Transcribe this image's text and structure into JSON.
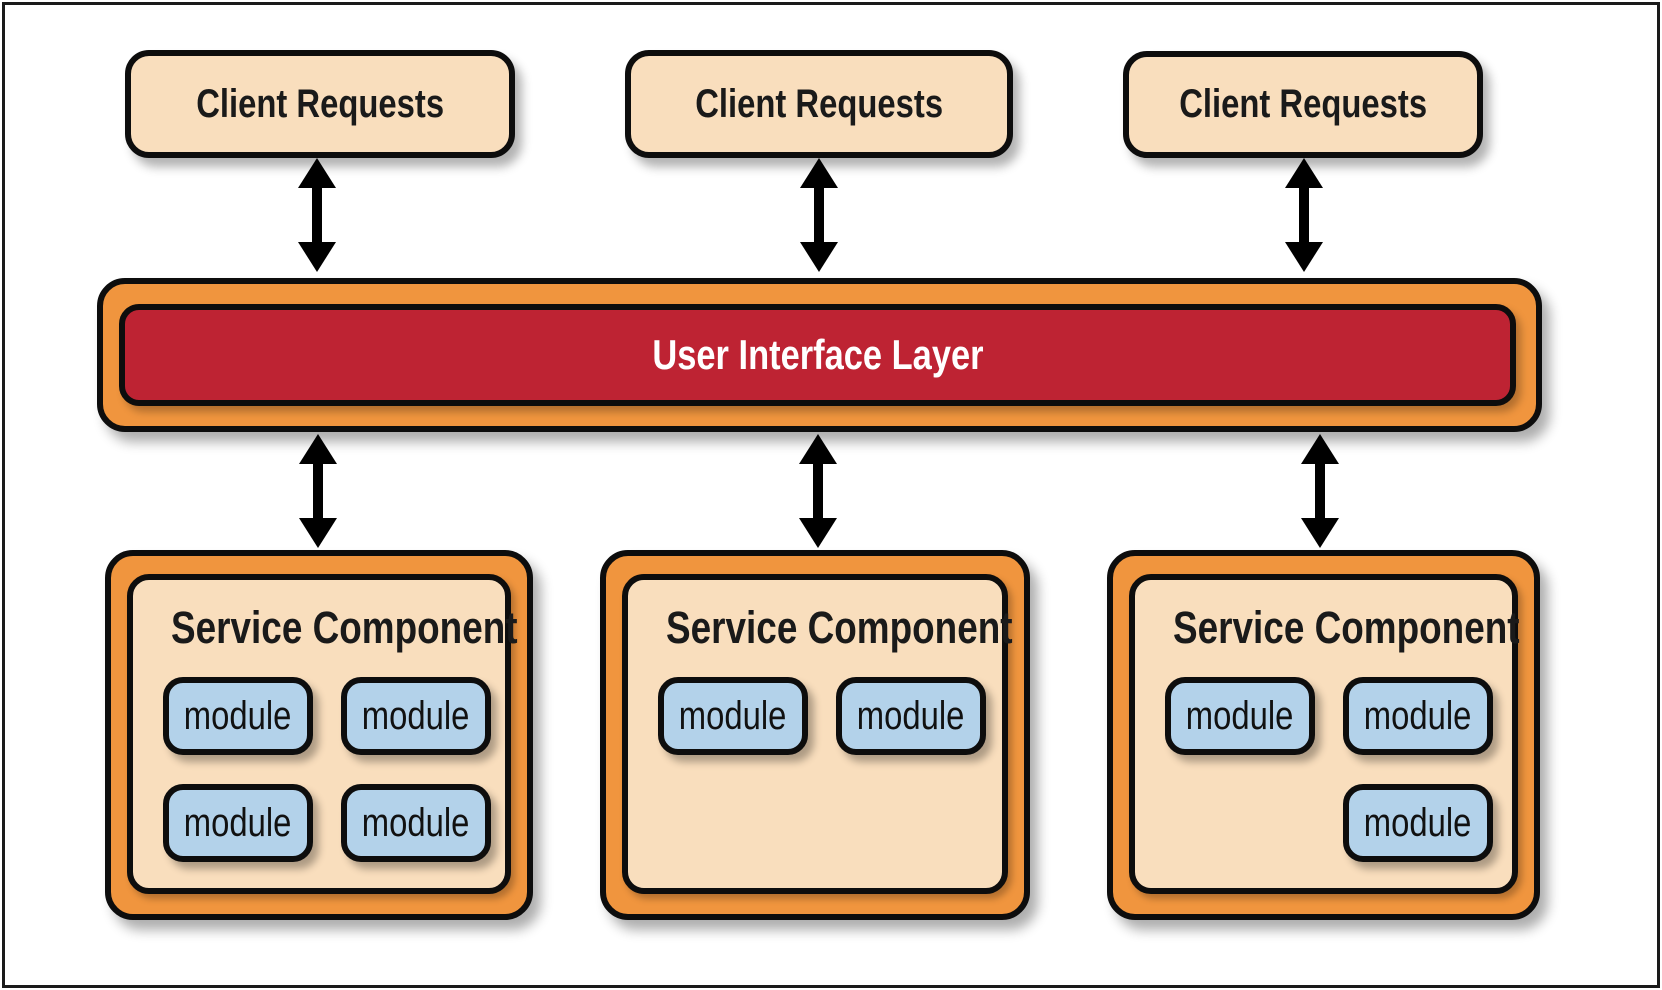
{
  "diagram": {
    "title_implicit": "Service-based architecture",
    "client_boxes": [
      {
        "label": "Client Requests"
      },
      {
        "label": "Client Requests"
      },
      {
        "label": "Client Requests"
      }
    ],
    "ui_layer": {
      "label": "User Interface Layer"
    },
    "components": [
      {
        "title": "Service Component",
        "modules": [
          "module",
          "module",
          "module",
          "module"
        ]
      },
      {
        "title": "Service Component",
        "modules": [
          "module",
          "module"
        ]
      },
      {
        "title": "Service Component",
        "modules": [
          "module",
          "module",
          "module"
        ]
      }
    ],
    "colors": {
      "cream": "#f9debd",
      "orange": "#f0953e",
      "red": "#be2333",
      "module_blue": "#b3d2ea",
      "outline": "#0d0d0d",
      "ui_text": "#ffffff"
    }
  }
}
